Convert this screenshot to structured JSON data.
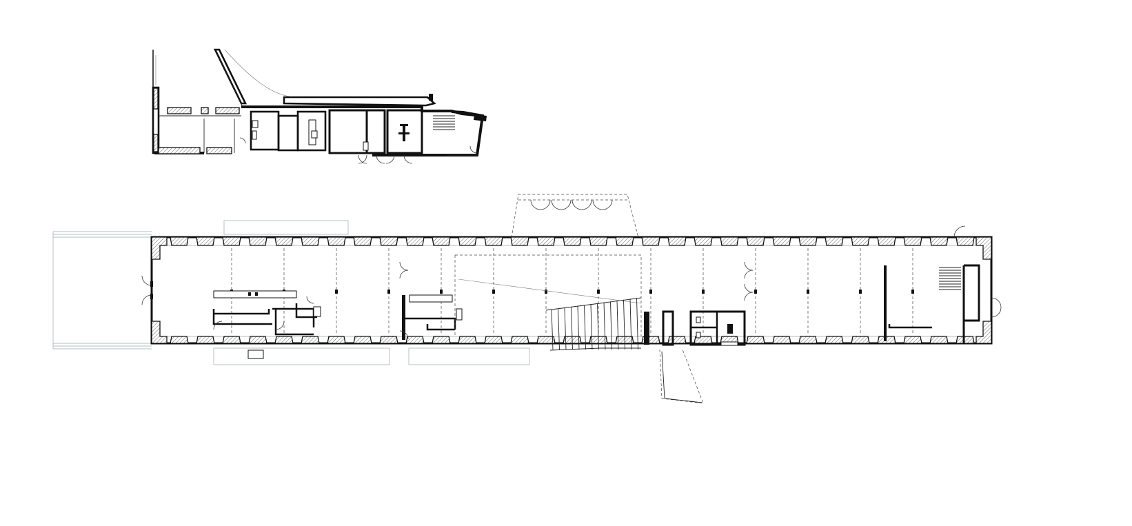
{
  "drawing": {
    "kind": "architectural floor plan",
    "plans": [
      "upper-floor-plan",
      "ground-floor-plan"
    ],
    "ground_floor_bays": 31,
    "colors": {
      "line": "#111111",
      "hatch": "#777777",
      "site_line": "#9aa8b3",
      "background": "#ffffff"
    }
  }
}
